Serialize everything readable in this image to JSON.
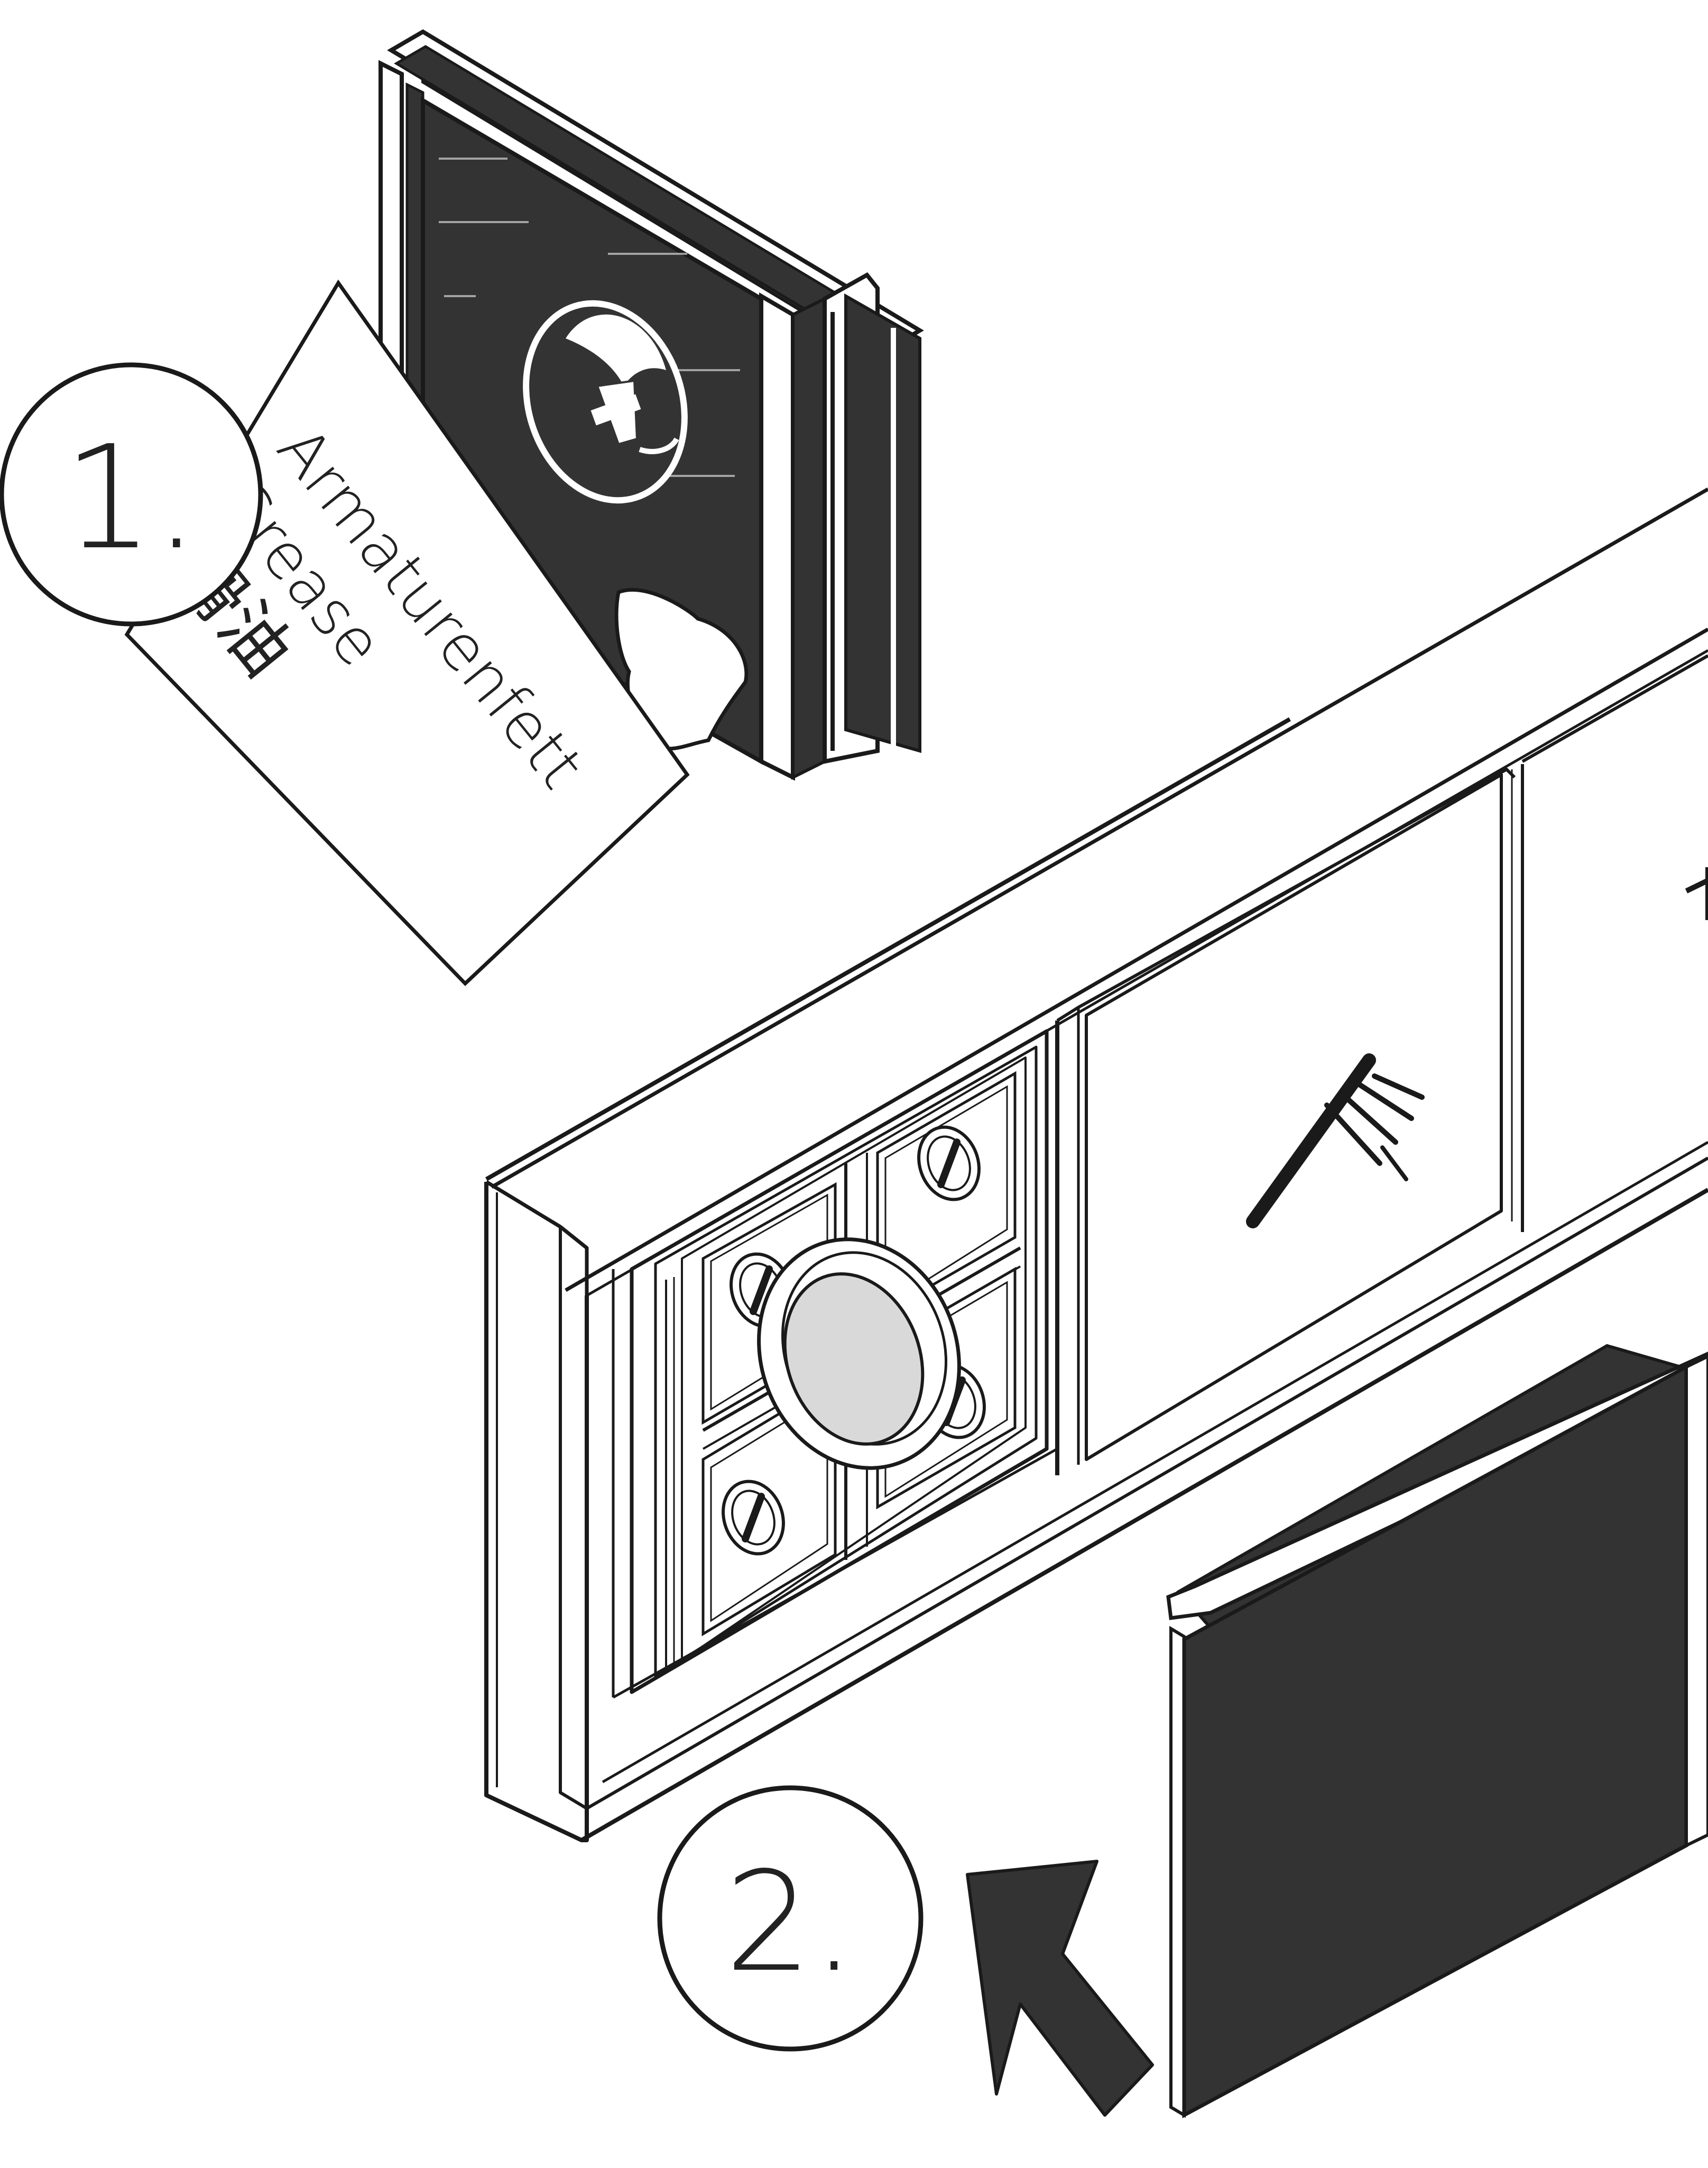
{
  "steps": {
    "step1_label": "1.",
    "step2_label": "2."
  },
  "grease_card": {
    "line_de": "Armaturenfett",
    "line_en": "Grease",
    "line_zh": "润滑油"
  },
  "icons": {
    "button_icon": "shower-head-icon",
    "arrow_icon": "push-arrow-icon"
  },
  "colors": {
    "dark_fill": "#333333",
    "outline": "#1a1a1a",
    "center_cap": "#d9d9d9"
  }
}
